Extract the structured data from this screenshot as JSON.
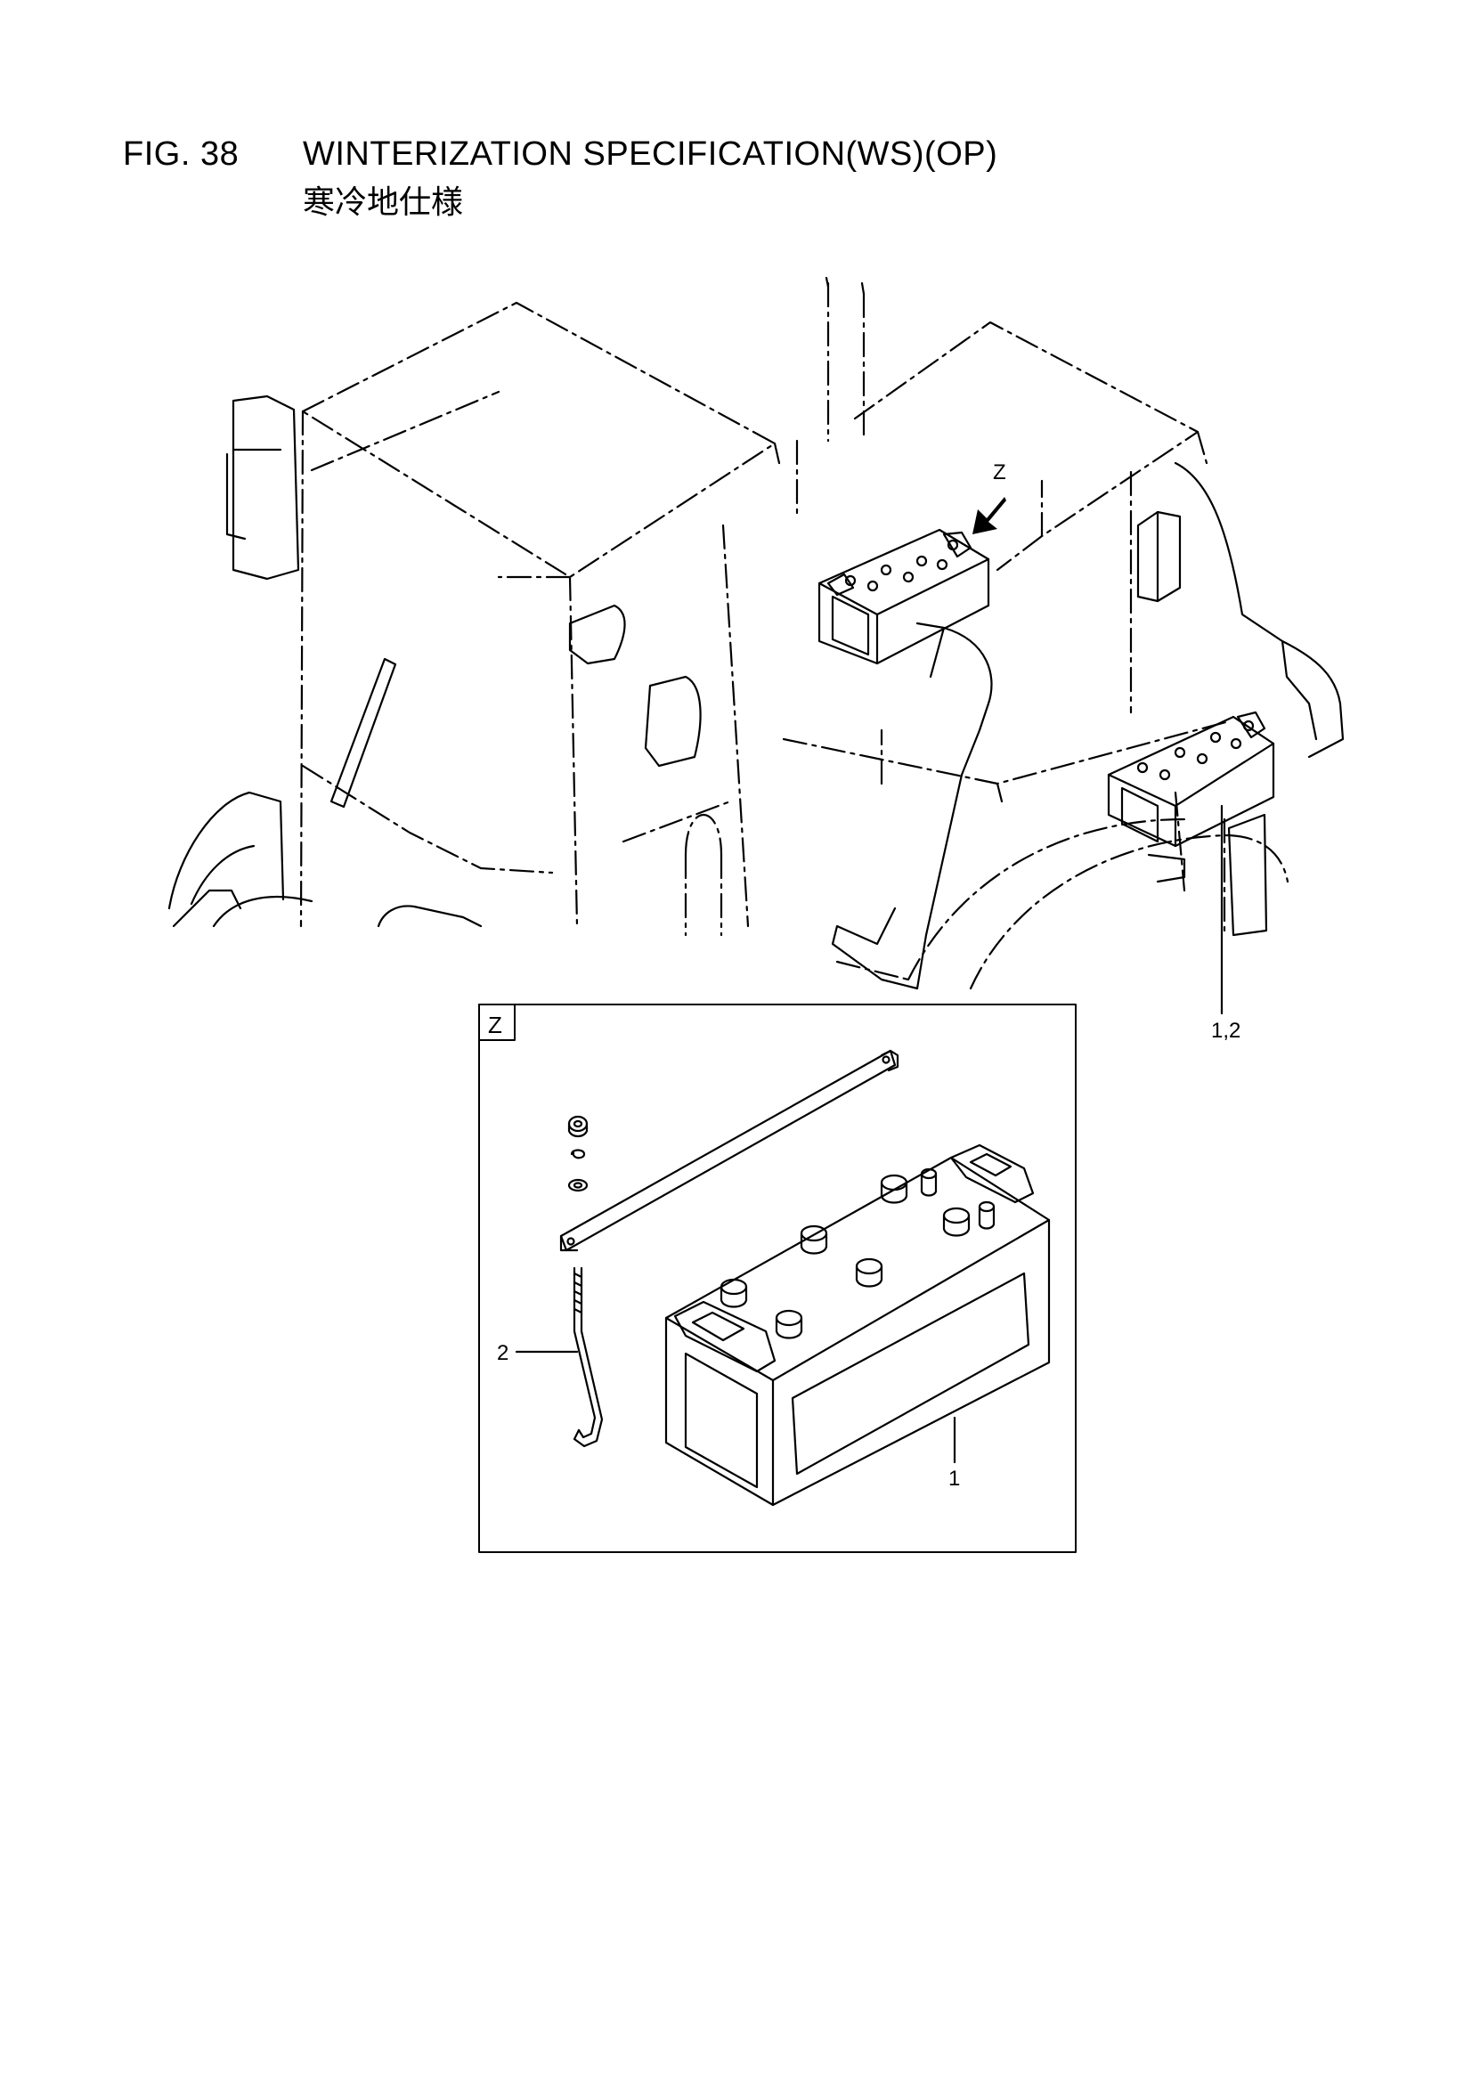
{
  "header": {
    "fig_number": "FIG. 38",
    "title": "WINTERIZATION SPECIFICATION(WS)(OP)",
    "subtitle_jp": "寒冷地仕様"
  },
  "view_arrow_label": "Z",
  "detail": {
    "view_label": "Z",
    "callouts": [
      {
        "id": "callout-1",
        "text": "1"
      },
      {
        "id": "callout-2",
        "text": "2"
      }
    ]
  },
  "main_callout": "1,2"
}
